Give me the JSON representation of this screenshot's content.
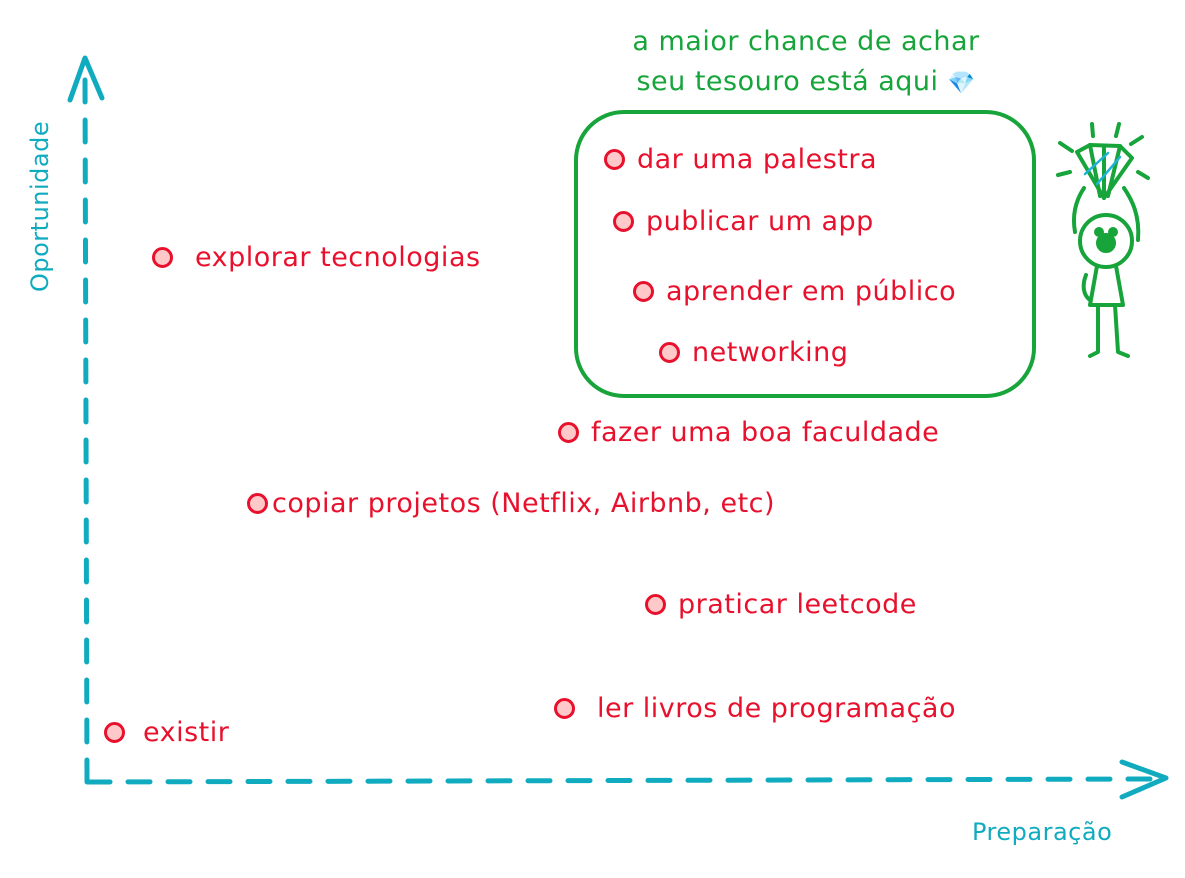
{
  "chart_data": {
    "type": "scatter",
    "title": "",
    "xlabel": "Preparação",
    "ylabel": "Oportunidade",
    "xlim": [
      0,
      10
    ],
    "ylim": [
      0,
      10
    ],
    "grid": false,
    "legend": null,
    "points": [
      {
        "label": "dar uma palestra",
        "x": 5.0,
        "y": 9.0,
        "highlighted": true
      },
      {
        "label": "publicar um app",
        "x": 5.1,
        "y": 8.2,
        "highlighted": true
      },
      {
        "label": "aprender em público",
        "x": 5.3,
        "y": 7.2,
        "highlighted": true
      },
      {
        "label": "networking",
        "x": 5.5,
        "y": 6.4,
        "highlighted": true
      },
      {
        "label": "explorar tecnologias",
        "x": 0.7,
        "y": 7.7,
        "highlighted": false
      },
      {
        "label": "fazer uma boa faculdade",
        "x": 4.6,
        "y": 5.2,
        "highlighted": false
      },
      {
        "label": "copiar projetos (Netflix, Airbnb, etc)",
        "x": 1.6,
        "y": 4.0,
        "highlighted": false
      },
      {
        "label": "praticar leetcode",
        "x": 5.4,
        "y": 2.4,
        "highlighted": false
      },
      {
        "label": "ler livros de programação",
        "x": 4.5,
        "y": 1.1,
        "highlighted": false
      },
      {
        "label": "existir",
        "x": 0.3,
        "y": 0.7,
        "highlighted": false
      }
    ],
    "annotations": [
      {
        "text": "a maior chance de achar seu tesouro está aqui 💎",
        "target": "highlighted-region"
      }
    ]
  },
  "axes": {
    "x_label": "Preparação",
    "y_label": "Oportunidade",
    "color": "#11abc0"
  },
  "highlight_box": {
    "line1": "a maior chance de achar",
    "line2": "seu tesouro está aqui",
    "icon": "gem-icon",
    "icon_glyph": "💎",
    "color": "#17a43a"
  },
  "points": [
    {
      "label": "dar uma palestra"
    },
    {
      "label": "publicar um app"
    },
    {
      "label": "aprender em público"
    },
    {
      "label": "networking"
    },
    {
      "label": "explorar tecnologias"
    },
    {
      "label": "fazer uma boa faculdade"
    },
    {
      "label": "copiar projetos (Netflix, Airbnb, etc)"
    },
    {
      "label": "praticar leetcode"
    },
    {
      "label": "ler livros de programação"
    },
    {
      "label": "existir"
    }
  ],
  "colors": {
    "point_stroke": "#e8112d",
    "point_fill": "#ffc9c9",
    "axis": "#11abc0",
    "highlight": "#17a43a"
  }
}
